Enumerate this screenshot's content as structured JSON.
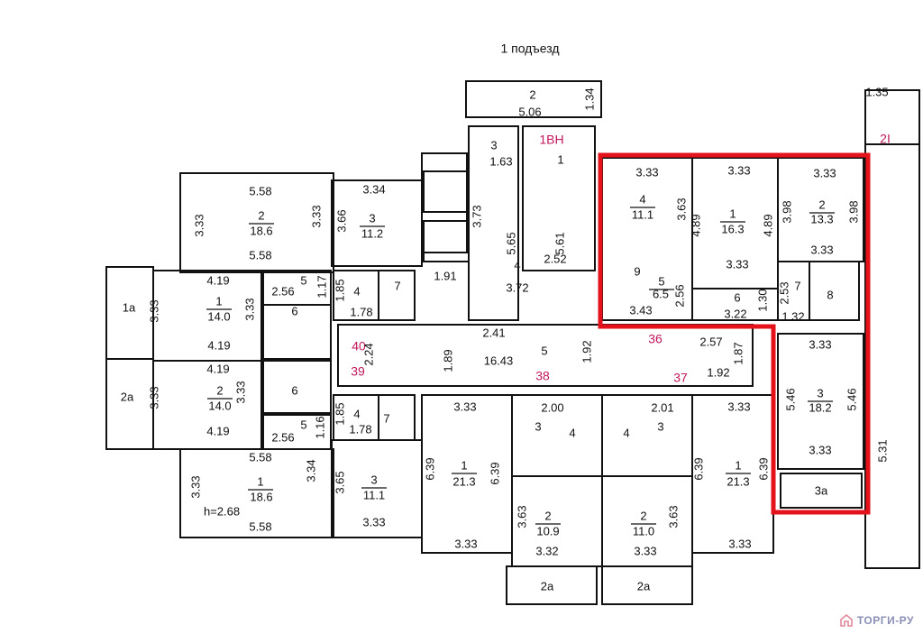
{
  "title": "1 подъезд",
  "logo_text": "ТОРГИ-РУ",
  "highlight_color": "#e3121b",
  "flat_number_color": "#c2185b",
  "labels": [
    "2",
    "5.06",
    "1.34",
    "1.35",
    "2I",
    "3",
    "1.63",
    "3.73",
    "5.65",
    "4",
    "3.72",
    "1.91",
    "1ВН",
    "1",
    "5.61",
    "2.52",
    "5.58",
    "2",
    "18.6",
    "3.33",
    "3.33",
    "5.58",
    "3.34",
    "3.66",
    "3",
    "11.2",
    "4.19",
    "1",
    "14.0",
    "3.33",
    "3.33",
    "4.19",
    "5",
    "2.56",
    "1.17",
    "6",
    "1.85",
    "4",
    "1.78",
    "7",
    "1a",
    "2a",
    "40",
    "39",
    "2.24",
    "4.19",
    "2",
    "14.0",
    "3.33",
    "3.33",
    "4.19",
    "6",
    "5",
    "2.56",
    "1.16",
    "1.85",
    "4",
    "1.78",
    "7",
    "5.58",
    "1",
    "18.6",
    "3.33",
    "3.34",
    "h=2.68",
    "5.58",
    "3.65",
    "3",
    "11.1",
    "3.33",
    "1.89",
    "16.43",
    "5",
    "1.92",
    "2.41",
    "36",
    "2.57",
    "1.87",
    "38",
    "37",
    "1.92",
    "3.33",
    "6.39",
    "6.39",
    "1",
    "21.3",
    "3.33",
    "2.00",
    "3",
    "4",
    "3",
    "4",
    "2.01",
    "3.63",
    "2",
    "10.9",
    "3.32",
    "2",
    "11.0",
    "3.33",
    "3.63",
    "3.33",
    "6.39",
    "6.39",
    "1",
    "21.3",
    "3.33",
    "2a",
    "2a",
    "3.33",
    "4",
    "11.1",
    "3.63",
    "3.33",
    "1",
    "16.3",
    "4.89",
    "4.89",
    "3.33",
    "3.33",
    "2",
    "13.3",
    "3.98",
    "3.98",
    "3.33",
    "9",
    "5",
    "6.5",
    "2.56",
    "3.43",
    "6",
    "3.22",
    "1.30",
    "2.53",
    "7",
    "8",
    "1.32",
    "3.33",
    "5.46",
    "5.46",
    "3",
    "18.2",
    "3.33",
    "3a",
    "5.31"
  ]
}
